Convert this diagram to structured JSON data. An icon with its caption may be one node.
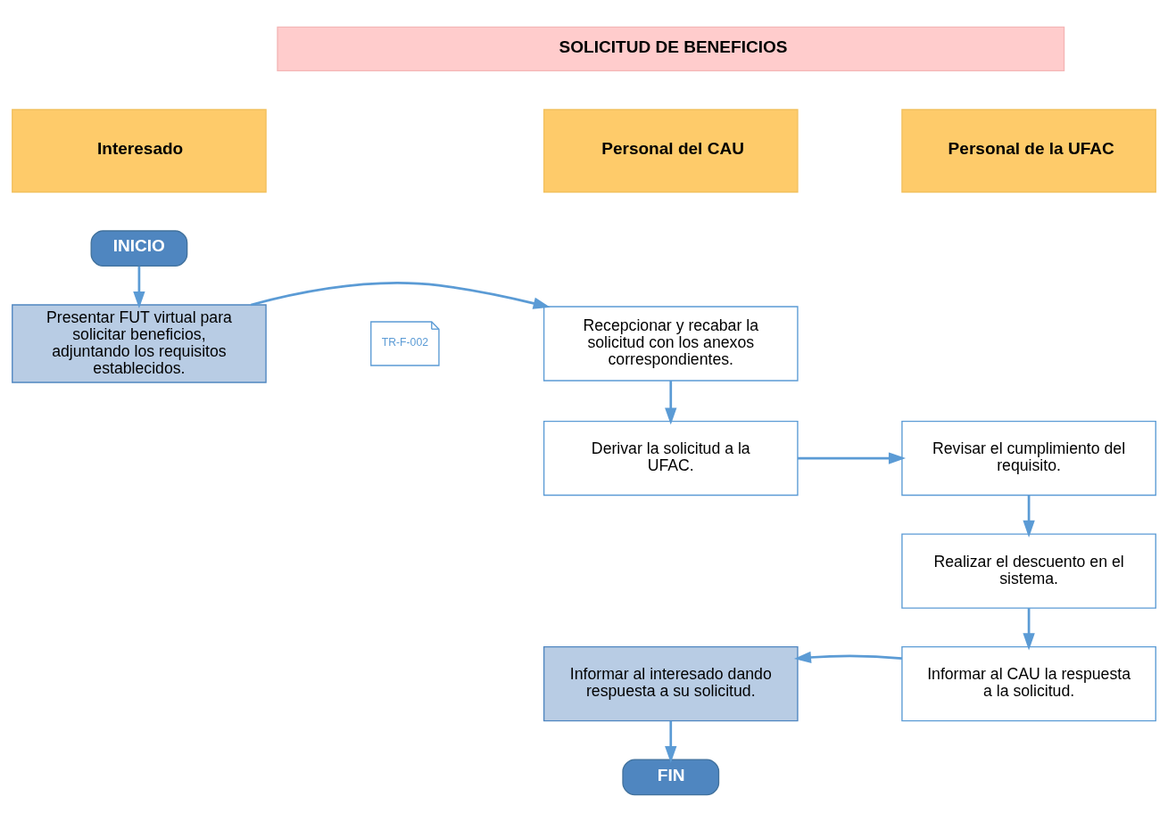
{
  "diagram": {
    "nodes": [
      {
        "text": [
          "SOLICITUD DE BENEFICIOS"
        ]
      },
      {
        "text": [
          "Interesado"
        ]
      },
      {
        "text": [
          "Personal del CAU"
        ]
      },
      {
        "text": [
          "Personal de la UFAC"
        ]
      },
      {
        "text": [
          "INICIO"
        ]
      },
      {
        "text": [
          "TR-F-002"
        ]
      },
      {
        "text": [
          "Presentar FUT virtual para solicitar beneficios, adjuntando los requisitos establecidos."
        ]
      },
      {
        "text": [
          "Recepcionar y recabar la solicitud con los anexos correspondientes."
        ]
      },
      {
        "text": [
          "Derivar la solicitud a la UFAC."
        ]
      },
      {
        "text": [
          "Revisar el cumplimiento del requisito."
        ]
      },
      {
        "text": [
          "Realizar el descuento en el sistema."
        ]
      },
      {
        "text": [
          "Informar al CAU la respuesta a la solicitud."
        ]
      },
      {
        "text": [
          "Informar al interesado dando respuesta a su solicitud."
        ]
      },
      {
        "text": [
          "FIN"
        ]
      }
    ],
    "edges": [
      {
        "from": 4,
        "to": 6,
        "arrow": "to"
      },
      {
        "from": 6,
        "to": 7,
        "arrow": "to"
      },
      {
        "from": 7,
        "to": 8,
        "arrow": "to"
      },
      {
        "from": 8,
        "to": 9,
        "arrow": "to"
      },
      {
        "from": 9,
        "to": 10,
        "arrow": "to"
      },
      {
        "from": 10,
        "to": 11,
        "arrow": "to"
      },
      {
        "from": 11,
        "to": 12,
        "arrow": "to"
      },
      {
        "from": 12,
        "to": 13,
        "arrow": "to"
      }
    ]
  }
}
